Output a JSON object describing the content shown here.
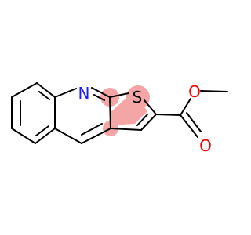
{
  "molecule": {
    "atoms": [
      {
        "id": "n1",
        "symbol": "N",
        "color": "#1a1aff",
        "highlight": false
      },
      {
        "id": "s1",
        "symbol": "S",
        "color": "#000000",
        "highlight": true
      },
      {
        "id": "o1",
        "symbol": "O",
        "color": "#ff0000",
        "highlight": false
      },
      {
        "id": "o2",
        "symbol": "O",
        "color": "#ff0000",
        "highlight": false
      }
    ],
    "highlight_color": "#f4a6a6",
    "bond_color": "#000000"
  }
}
